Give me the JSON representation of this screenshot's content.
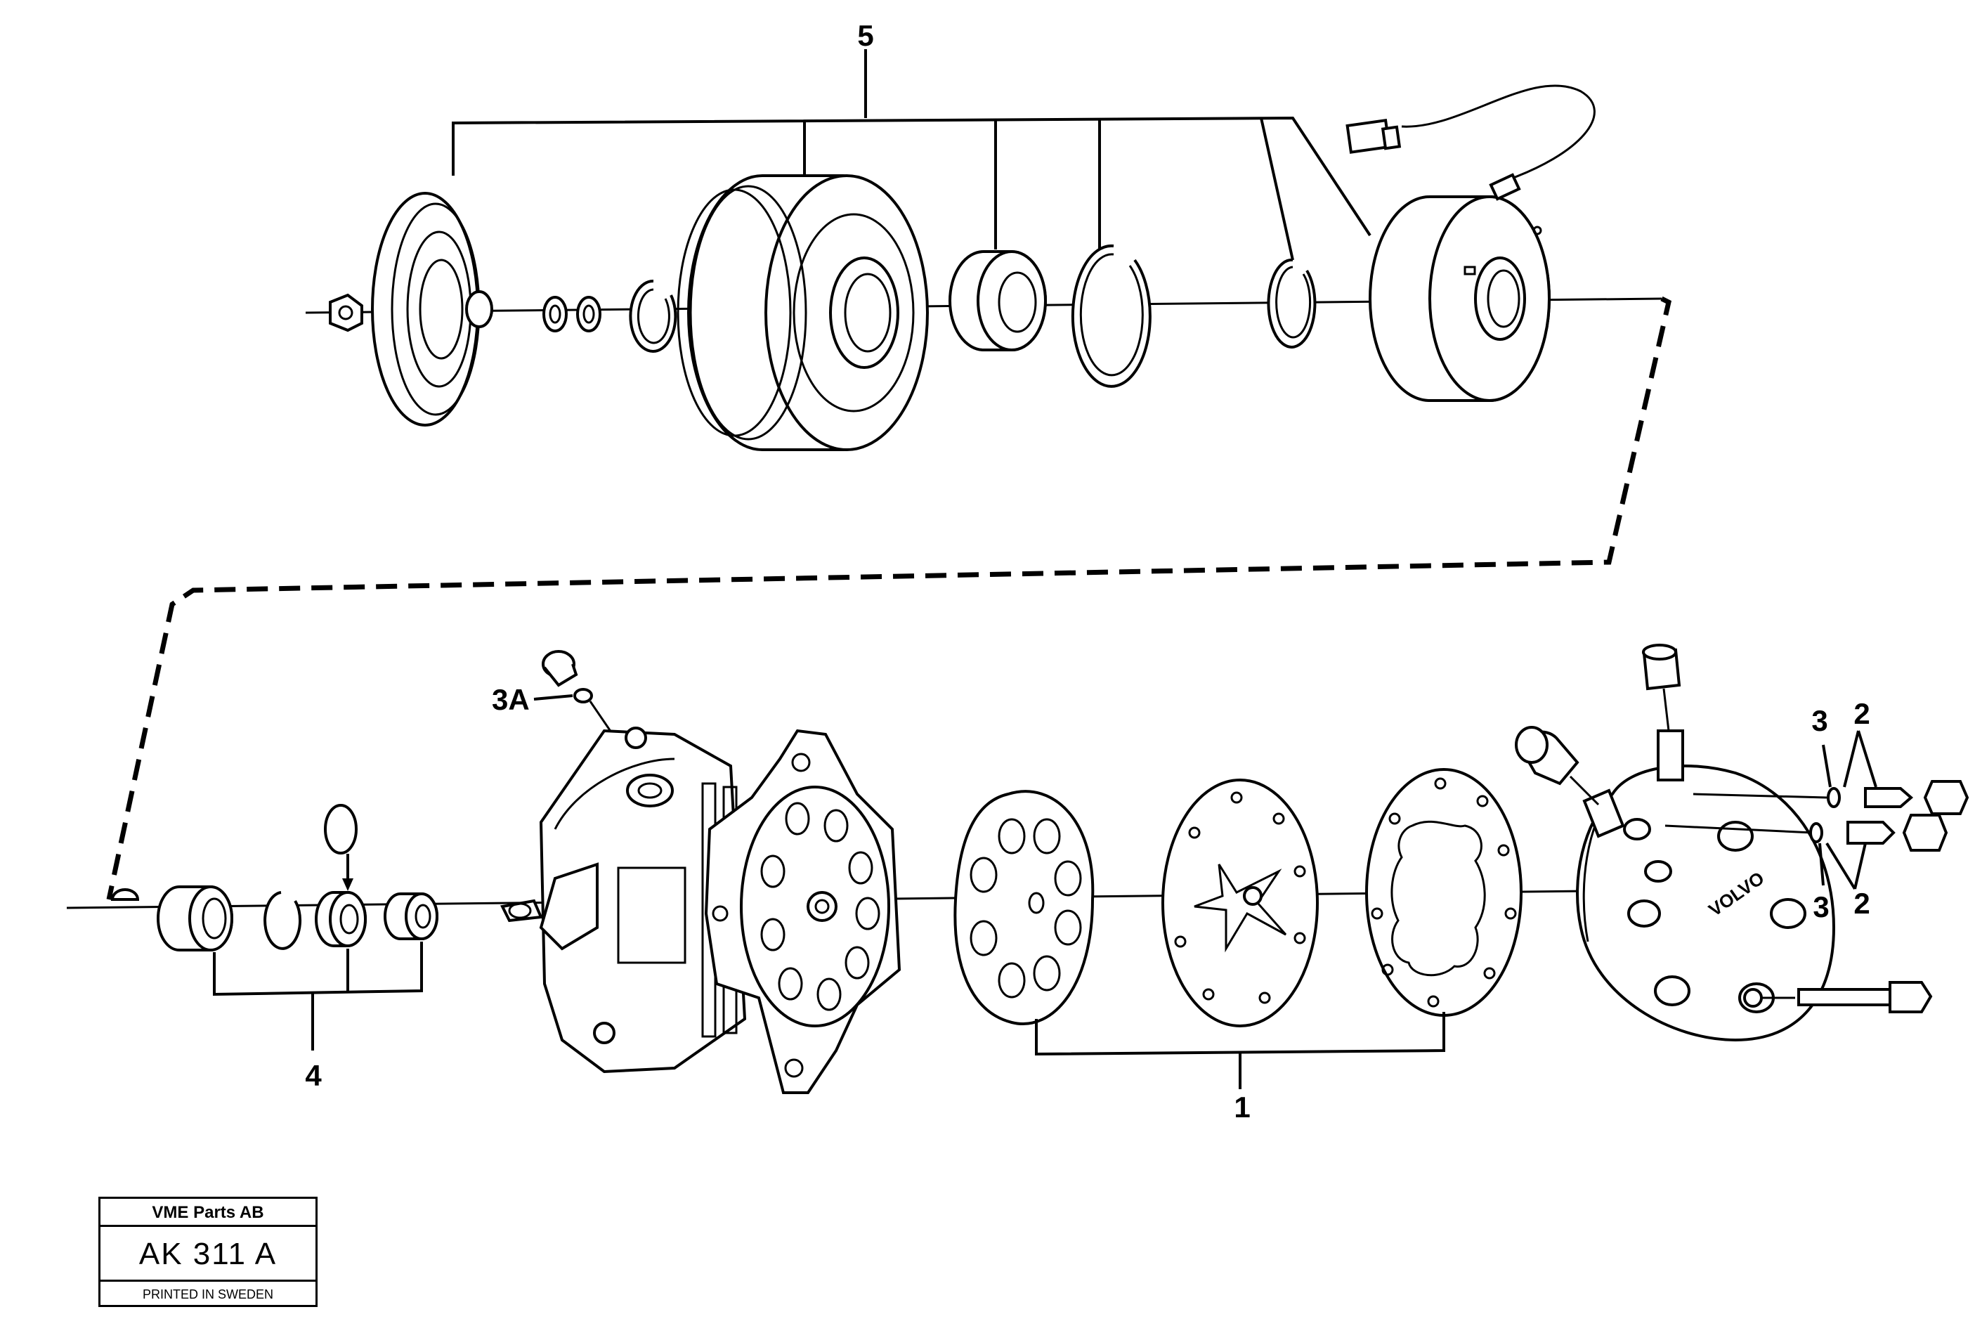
{
  "callouts": {
    "c5": "5",
    "c3a": "3A",
    "c4": "4",
    "c1": "1",
    "c3_top": "3",
    "c2_top": "2",
    "c3_bottom": "3",
    "c2_bottom": "2"
  },
  "housing_text": "VOLVO",
  "title_block": {
    "company": "VME Parts AB",
    "drawing_code": "AK 311  A",
    "printed": "PRINTED IN SWEDEN"
  }
}
